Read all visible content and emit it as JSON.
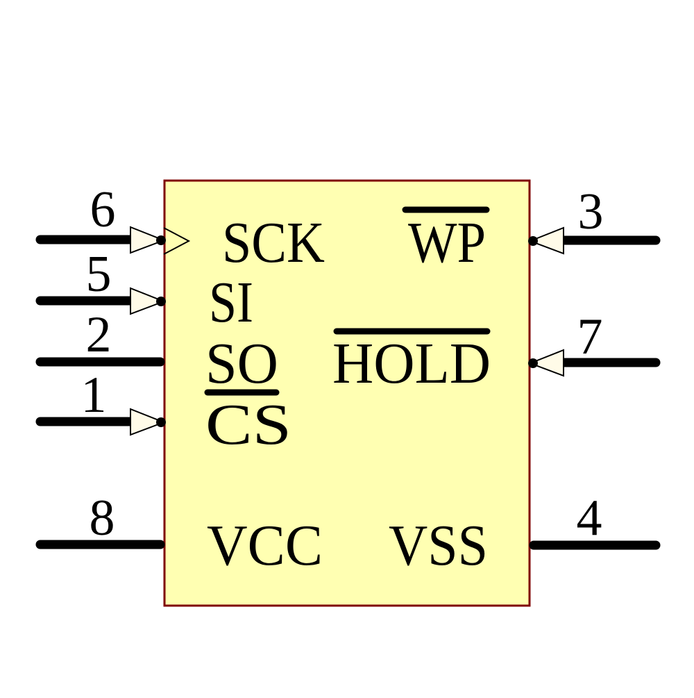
{
  "component": {
    "kind": "schematic-symbol",
    "description": "8-pin serial memory IC symbol",
    "colors": {
      "body_fill": "#ffffb2",
      "body_border": "#7f0000",
      "arrow_fill": "#fffbe8",
      "line_color": "#000000",
      "background": "#ffffff"
    },
    "pins": [
      {
        "number": "6",
        "label": "SCK",
        "side": "left",
        "arrow": "input-double-chevron",
        "overline": false
      },
      {
        "number": "5",
        "label": "SI",
        "side": "left",
        "arrow": "input",
        "overline": false
      },
      {
        "number": "2",
        "label": "SO",
        "side": "left",
        "arrow": "none",
        "overline": false
      },
      {
        "number": "1",
        "label": "CS",
        "side": "left",
        "arrow": "input",
        "overline": true
      },
      {
        "number": "3",
        "label": "WP",
        "side": "right",
        "arrow": "input",
        "overline": true
      },
      {
        "number": "7",
        "label": "HOLD",
        "side": "right",
        "arrow": "input",
        "overline": true
      },
      {
        "number": "8",
        "label": "VCC",
        "side": "left-bottom",
        "arrow": "none",
        "overline": false
      },
      {
        "number": "4",
        "label": "VSS",
        "side": "right-bottom",
        "arrow": "none",
        "overline": false
      }
    ]
  }
}
